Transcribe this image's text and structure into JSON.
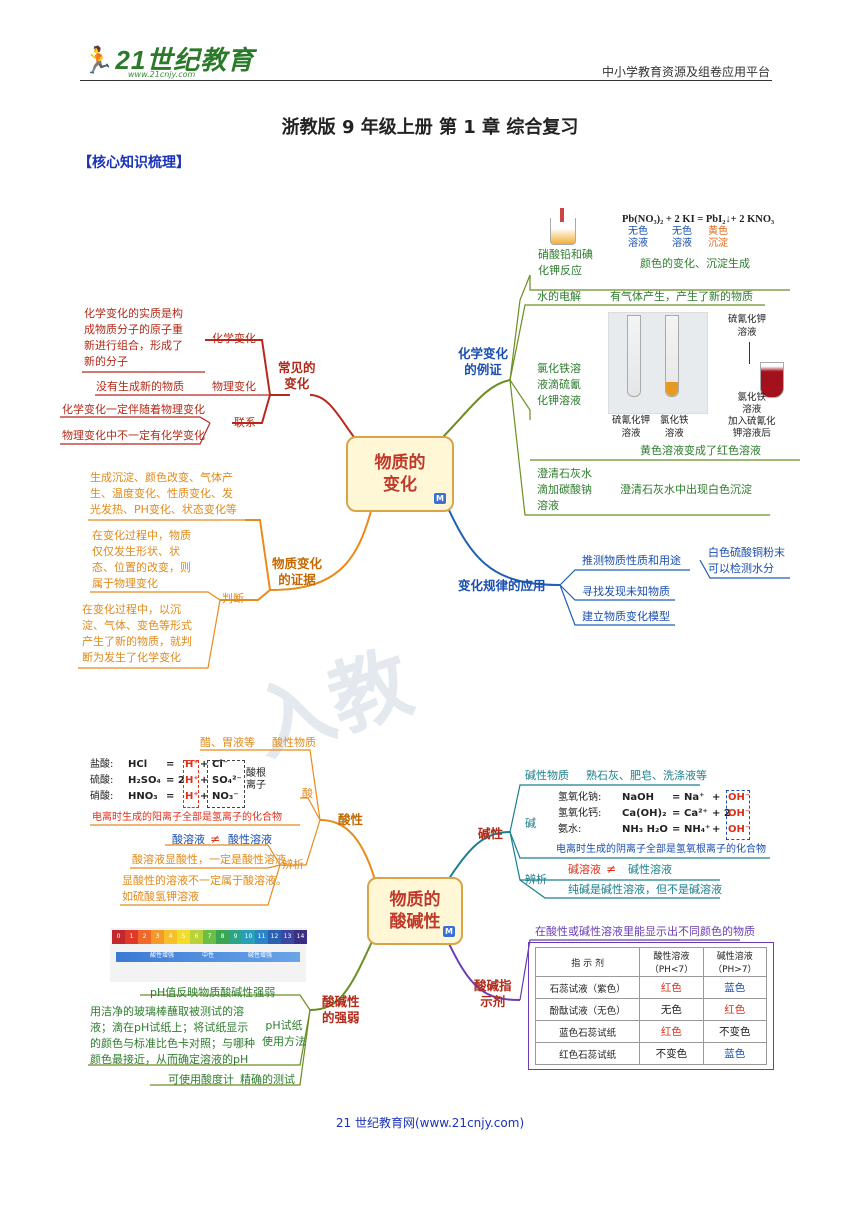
{
  "header": {
    "logo_text": "21世纪教育",
    "logo_url": "www.21cnjy.com",
    "platform": "中小学教育资源及组卷应用平台"
  },
  "title": "浙教版 9 年级上册  第 1 章  综合复习",
  "section": "【核心知识梳理】",
  "footer": "21 世纪教育网(www.21cnjy.com)",
  "map1": {
    "hub": [
      "物质的",
      "变化"
    ],
    "common": {
      "topic": [
        "常见的",
        "变化"
      ],
      "chem": "化学变化",
      "chem_desc": [
        "化学变化的实质是构",
        "成物质分子的原子重",
        "新进行组合，形成了",
        "新的分子"
      ],
      "phys": "物理变化",
      "phys_desc": "没有生成新的物质",
      "link": "联系",
      "link1": "化学变化一定伴随着物理变化",
      "link2": "物理变化中不一定有化学变化"
    },
    "evidence": {
      "topic": [
        "物质变化",
        "的证据"
      ],
      "signs": [
        "生成沉淀、颜色改变、气体产",
        "生、温度变化、性质变化、发",
        "光发热、PH变化、状态变化等"
      ],
      "judge": "判断",
      "judge1": [
        "在变化过程中，物质",
        "仅仅发生形状、状",
        "态、位置的改变，则",
        "属于物理变化"
      ],
      "judge2": [
        "在变化过程中，以沉",
        "淀、气体、变色等形式",
        "产生了新的物质，就判",
        "断为发生了化学变化"
      ]
    },
    "examples": {
      "topic": [
        "化学变化",
        "的例证"
      ],
      "ex1": [
        "硝酸铅和碘",
        "化钾反应"
      ],
      "eq": "Pb(NO₃)₂ + 2 KI = PbI₂↓+ 2 KNO₃",
      "eq_notes": [
        [
          "无色",
          "溶液"
        ],
        [
          "无色",
          "溶液"
        ],
        [
          "黄色",
          "沉淀"
        ]
      ],
      "ex1_desc": "颜色的变化、沉淀生成",
      "ex2": "水的电解",
      "ex2_desc": "有气体产生，产生了新的物质",
      "ex3": [
        "氯化铁溶",
        "液滴硫氰",
        "化钾溶液"
      ],
      "tube_labels": [
        [
          "硫氰化钾",
          "溶液"
        ],
        [
          "氯化铁",
          "溶液"
        ]
      ],
      "tube3_top": [
        "硫氰化钾",
        "溶液"
      ],
      "tube3_bottom": [
        "氯化铁",
        "溶液",
        "加入硫氰化",
        "钾溶液后"
      ],
      "ex3_desc": "黄色溶液变成了红色溶液",
      "ex4": [
        "澄清石灰水",
        "滴加碳酸钠",
        "溶液"
      ],
      "ex4_desc": "澄清石灰水中出现白色沉淀"
    },
    "apply": {
      "topic": "变化规律的应用",
      "a1": "推测物质性质和用途",
      "a1_desc": [
        "白色硫酸铜粉末",
        "可以检测水分"
      ],
      "a2": "寻找发现未知物质",
      "a3": "建立物质变化模型"
    }
  },
  "map2": {
    "hub": [
      "物质的",
      "酸碱性"
    ],
    "acid": {
      "topic": "酸性",
      "prop": "酸性物质",
      "prop_desc": "醋、胃液等",
      "acid": "酸",
      "rows": [
        {
          "name": "盐酸:",
          "lhs": "HCl",
          "eq": "=",
          "ion": "H⁺",
          "plus": "+",
          "anion": "Cl⁻"
        },
        {
          "name": "硫酸:",
          "lhs": "H₂SO₄",
          "eq": "= 2",
          "ion": "H⁺",
          "plus": "+",
          "anion": "SO₄²⁻"
        },
        {
          "name": "硝酸:",
          "lhs": "HNO₃",
          "eq": "=",
          "ion": "H⁺",
          "plus": "+",
          "anion": "NO₃⁻"
        }
      ],
      "acid_root": [
        "酸根",
        "离子"
      ],
      "acid_def": "电离时生成的阳离子全部是氢离子的化合物",
      "distinguish": "辨析",
      "d1a": "酸溶液",
      "d1b": "酸性溶液",
      "d2": "酸溶液显酸性，一定是酸性溶液",
      "d3": [
        "显酸性的溶液不一定属于酸溶液。",
        "如硫酸氢钾溶液"
      ]
    },
    "base": {
      "topic": "碱性",
      "prop": "碱性物质",
      "prop_desc": "熟石灰、肥皂、洗涤液等",
      "base": "碱",
      "rows": [
        {
          "name": "氢氧化钠:",
          "lhs": "NaOH",
          "eq": "=",
          "cation": "Na⁺",
          "plus": "+",
          "ion": "OH⁻"
        },
        {
          "name": "氢氧化钙:",
          "lhs": "Ca(OH)₂",
          "eq": "=",
          "cation": "Ca²⁺",
          "plus": "+ 2",
          "ion": "OH⁻"
        },
        {
          "name": "氨水:",
          "lhs": "NH₃ H₂O",
          "eq": "=",
          "cation": "NH₄⁺",
          "plus": "+",
          "ion": "OH⁻"
        }
      ],
      "base_def": "电离时生成的阴离子全部是氢氧根离子的化合物",
      "distinguish": "辨析",
      "d1a": "碱溶液",
      "d1b": "碱性溶液",
      "d2": "纯碱是碱性溶液，但不是碱溶液"
    },
    "strength": {
      "topic": [
        "酸碱性",
        "的强弱"
      ],
      "ph_numbers": [
        "0",
        "1",
        "2",
        "3",
        "4",
        "5",
        "6",
        "7",
        "8",
        "9",
        "10",
        "11",
        "12",
        "13",
        "14"
      ],
      "ph_left": "酸性增强",
      "ph_mid": "中性",
      "ph_right": "碱性增强",
      "ph_caption": "pH值反映物质酸碱性强弱",
      "method": [
        "pH试纸",
        "使用方法"
      ],
      "method_desc": [
        "用洁净的玻璃棒蘸取被测试的溶",
        "液；滴在pH试纸上；将试纸显示",
        "的颜色与标准比色卡对照；与哪种",
        "颜色最接近，从而确定溶液的pH"
      ],
      "precise": "精确的测试",
      "precise_desc": "可使用酸度计"
    },
    "indicator": {
      "topic": [
        "酸碱指",
        "示剂"
      ],
      "desc": "在酸性或碱性溶液里能显示出不同颜色的物质",
      "headers": [
        "指  示  剂",
        "酸性溶液\n（PH<7）",
        "碱性溶液\n（PH>7）"
      ],
      "rows": [
        [
          "石蕊试液（紫色）",
          "红色",
          "蓝色"
        ],
        [
          "酚酞试液（无色）",
          "无色",
          "红色"
        ],
        [
          "蓝色石蕊试纸",
          "红色",
          "不变色"
        ],
        [
          "红色石蕊试纸",
          "不变色",
          "蓝色"
        ]
      ],
      "colors": {
        "红色": "#e0301a",
        "蓝色": "#1a4fb0"
      }
    }
  },
  "watermark": "入教"
}
